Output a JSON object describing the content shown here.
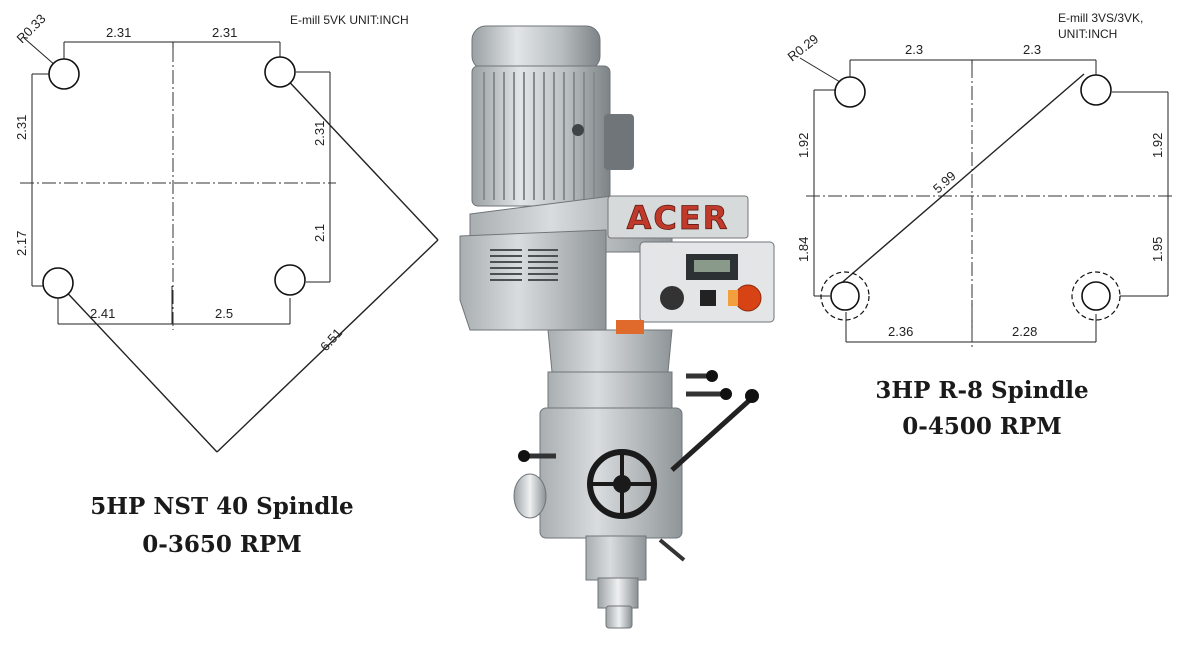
{
  "left_diagram": {
    "model_note": "E-mill 5VK  UNIT:INCH",
    "radius": "R0.33",
    "dims": {
      "top_left": "2.31",
      "top_right": "2.31",
      "left_upper": "2.31",
      "left_lower": "2.17",
      "right_upper": "2.31",
      "right_lower": "2.1",
      "bottom_left": "2.41",
      "bottom_right": "2.5",
      "diagonal": "6.51"
    },
    "caption_line1": "5HP NST 40 Spindle",
    "caption_line2": "0-3650 RPM"
  },
  "right_diagram": {
    "model_note_line1": "E-mill 3VS/3VK,",
    "model_note_line2": "UNIT:INCH",
    "radius": "R0.29",
    "dims": {
      "top_left": "2.3",
      "top_right": "2.3",
      "left_upper": "1.92",
      "left_lower": "1.84",
      "right_upper": "1.92",
      "right_lower": "1.95",
      "bottom_left": "2.36",
      "bottom_right": "2.28",
      "diagonal": "5.99"
    },
    "caption_line1": "3HP R-8 Spindle",
    "caption_line2": "0-4500 RPM"
  },
  "machine": {
    "brand": "ACER"
  },
  "colors": {
    "machine_gray": "#c9cdcf",
    "brand_red": "#c0392b",
    "knob_red": "#d84315"
  }
}
